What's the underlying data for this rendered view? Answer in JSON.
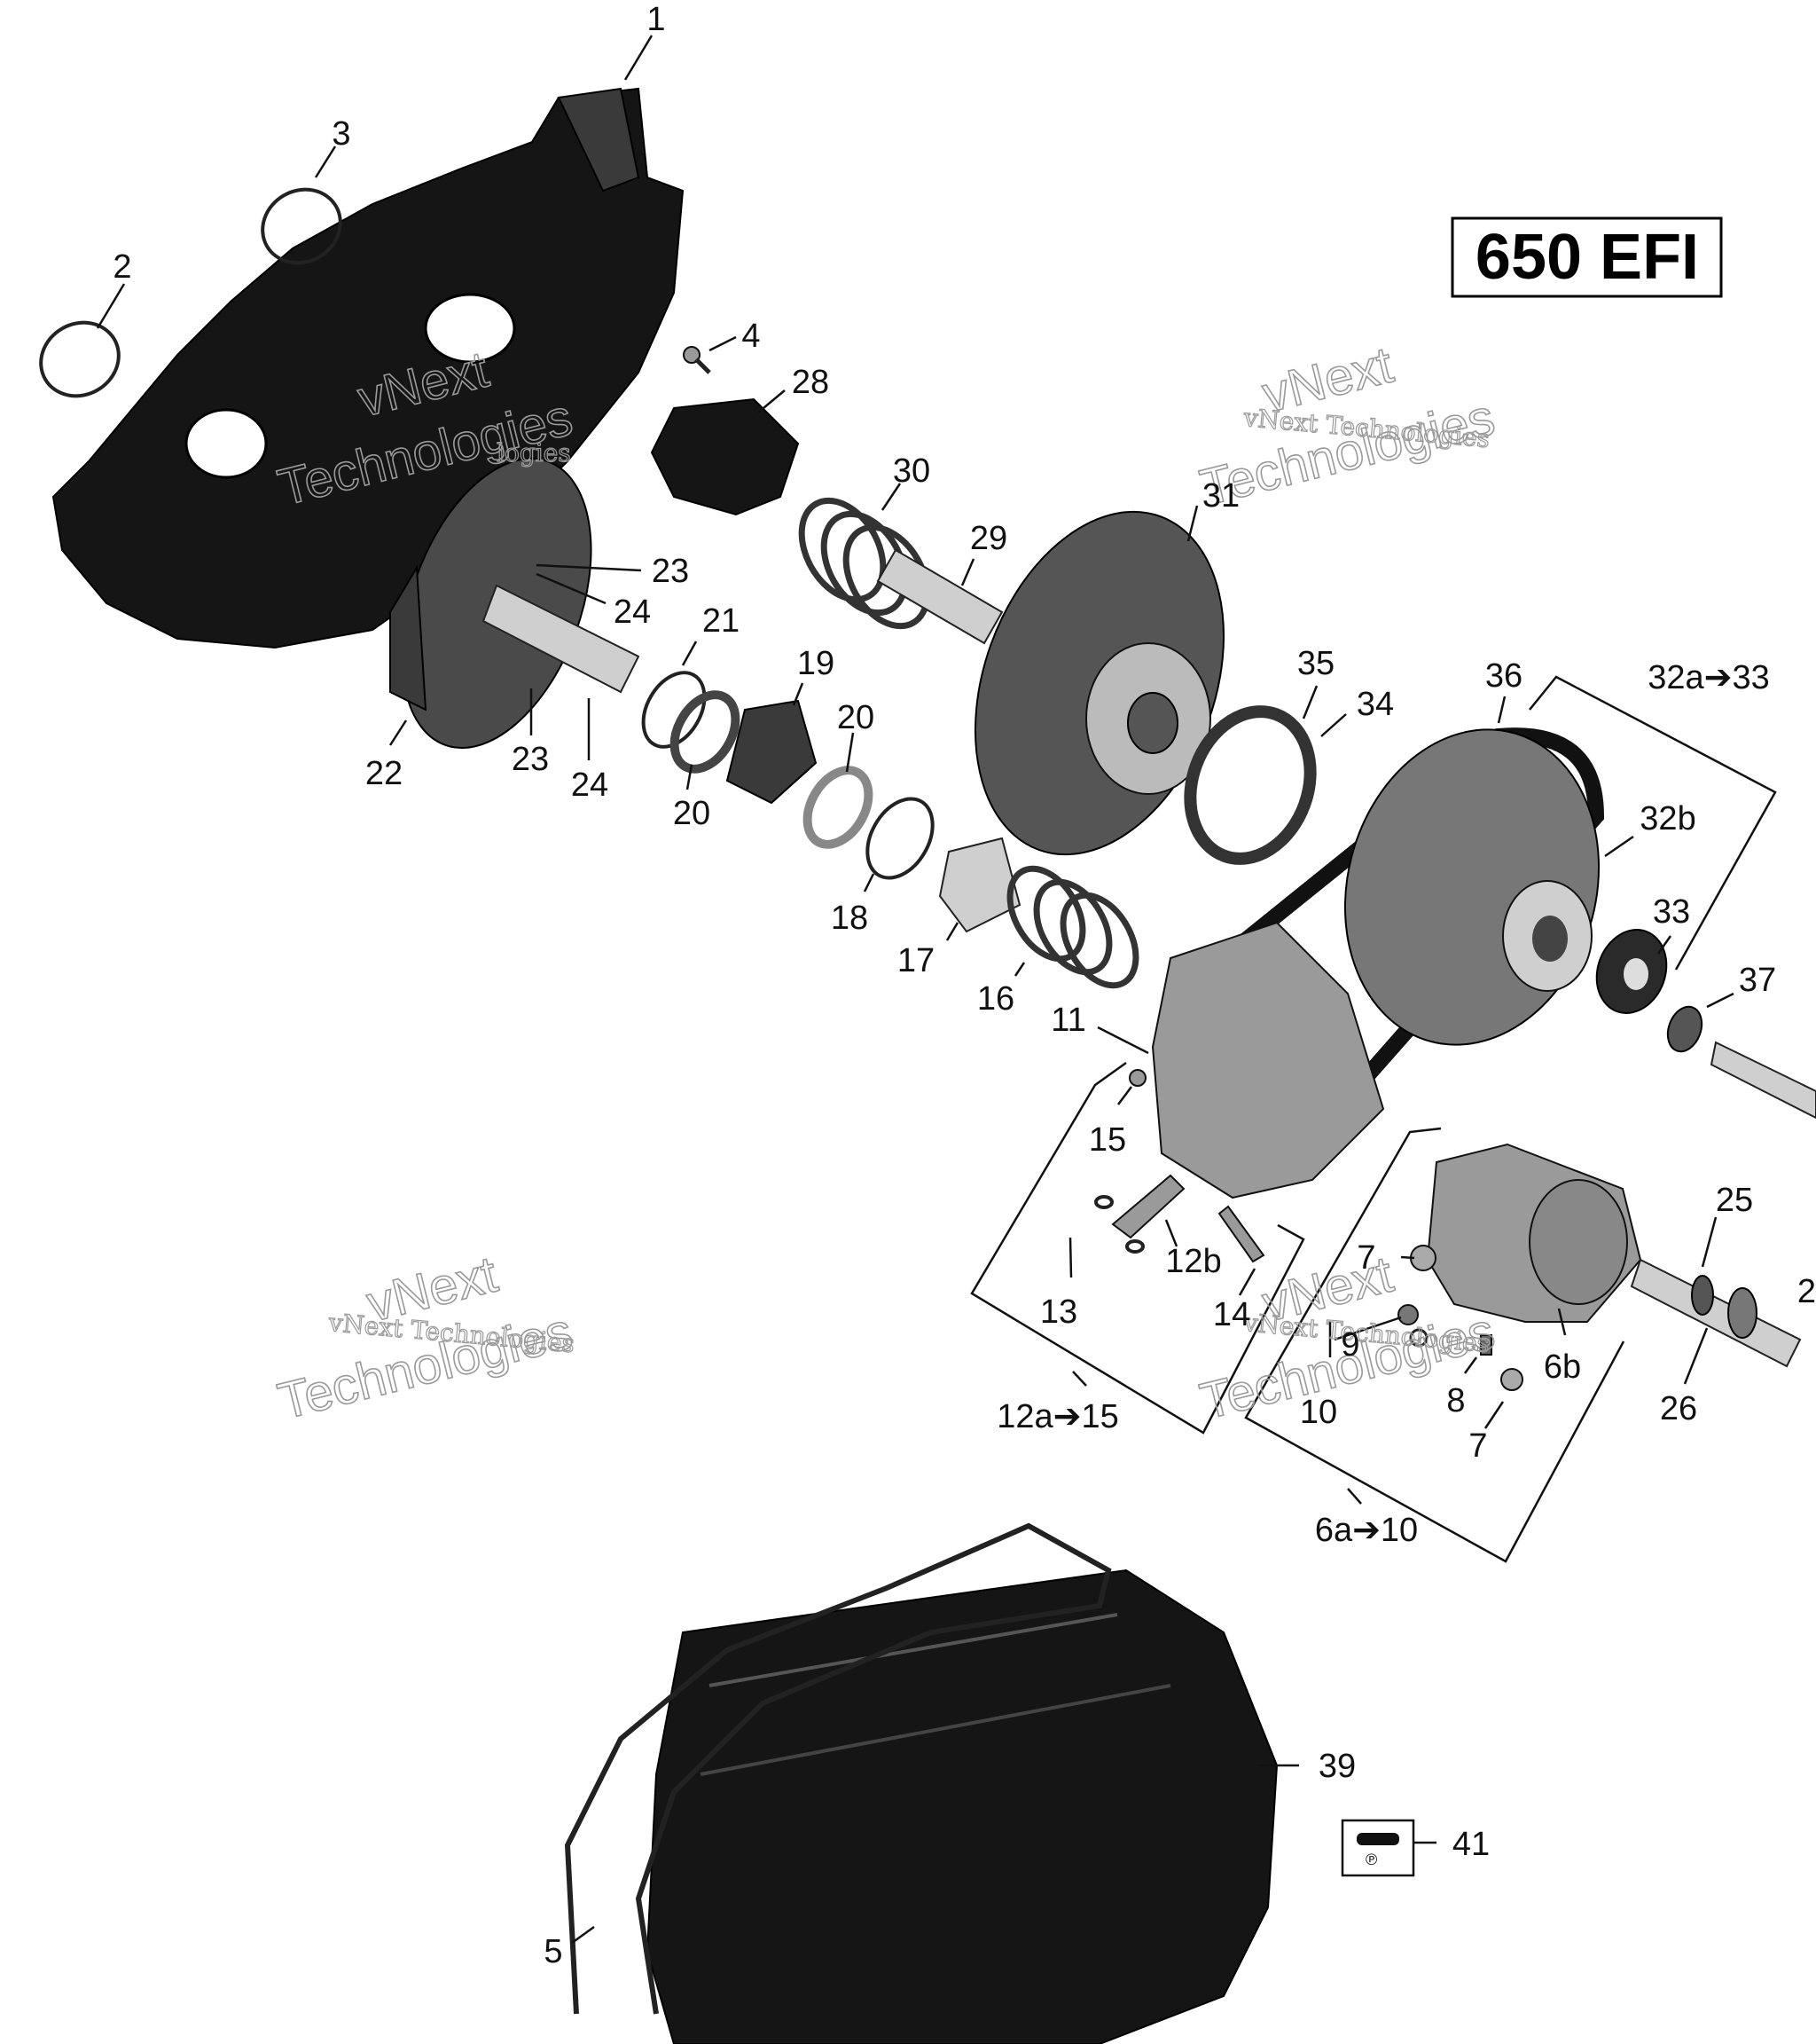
{
  "badge": {
    "text": "650 EFI"
  },
  "watermarks": {
    "small_text": "vNext Technologies",
    "big_line1": "vNext",
    "big_line2": "Technologies",
    "fragment": "logies"
  },
  "callouts": {
    "c1": "1",
    "c2": "2",
    "c3": "3",
    "c4": "4",
    "c28": "28",
    "c30": "30",
    "c29": "29",
    "c31": "31",
    "c23a": "23",
    "c24a": "24",
    "c21": "21",
    "c19": "19",
    "c20a": "20",
    "c22": "22",
    "c23b": "23",
    "c24b": "24",
    "c20b": "20",
    "c18": "18",
    "c17": "17",
    "c16": "16",
    "c35": "35",
    "c34": "34",
    "c36": "36",
    "c32a33": "32a➔33",
    "c32b": "32b",
    "c33": "33",
    "c37": "37",
    "c11": "11",
    "c15": "15",
    "c12b": "12b",
    "c13": "13",
    "c14": "14",
    "c12a15": "12a➔15",
    "c7a": "7",
    "c9": "9",
    "c10": "10",
    "c8": "8",
    "c7b": "7",
    "c6b": "6b",
    "c6a10": "6a➔10",
    "c25": "25",
    "c26": "26",
    "c27": "2",
    "c39": "39",
    "c41": "41",
    "c5": "5"
  }
}
